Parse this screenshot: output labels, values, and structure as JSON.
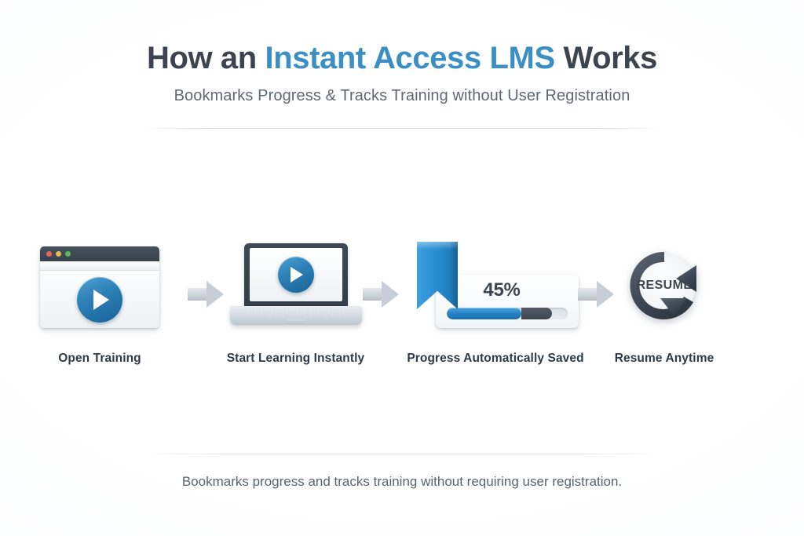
{
  "header": {
    "title_part1": "How an ",
    "title_accent": "Instant Access LMS",
    "title_part2": " Works",
    "subtitle": "Bookmarks Progress & Tracks Training without User Registration"
  },
  "flow": {
    "steps": [
      {
        "id": "open-training",
        "label": "Open Training",
        "icon": "browser-window-play-icon",
        "window_dots": [
          "red",
          "yellow",
          "green"
        ]
      },
      {
        "id": "start-learning",
        "label": "Start Learning Instantly",
        "icon": "laptop-play-icon"
      },
      {
        "id": "progress-saved",
        "label": "Progress Automatically Saved",
        "icon": "bookmark-progress-icon",
        "percent_label": "45%",
        "percent_value": 45,
        "bar_fill_percent": 62,
        "bar_dark_percent": 25
      },
      {
        "id": "resume-anytime",
        "label": "Resume Anytime",
        "icon": "circular-resume-arrow-icon",
        "badge_text": "RESUME"
      }
    ],
    "arrows": [
      "arrow-right-icon",
      "arrow-right-icon",
      "arrow-right-icon"
    ]
  },
  "footer": {
    "caption": "Bookmarks progress and tracks training without requiring user registration."
  },
  "colors": {
    "accent_blue": "#3b8fc4",
    "title_dark": "#3b4450",
    "subtitle_grey": "#5e6874",
    "progress_blue": "#2480c2",
    "progress_dark": "#3c4450",
    "arrow_grey": "#c7ced7"
  }
}
